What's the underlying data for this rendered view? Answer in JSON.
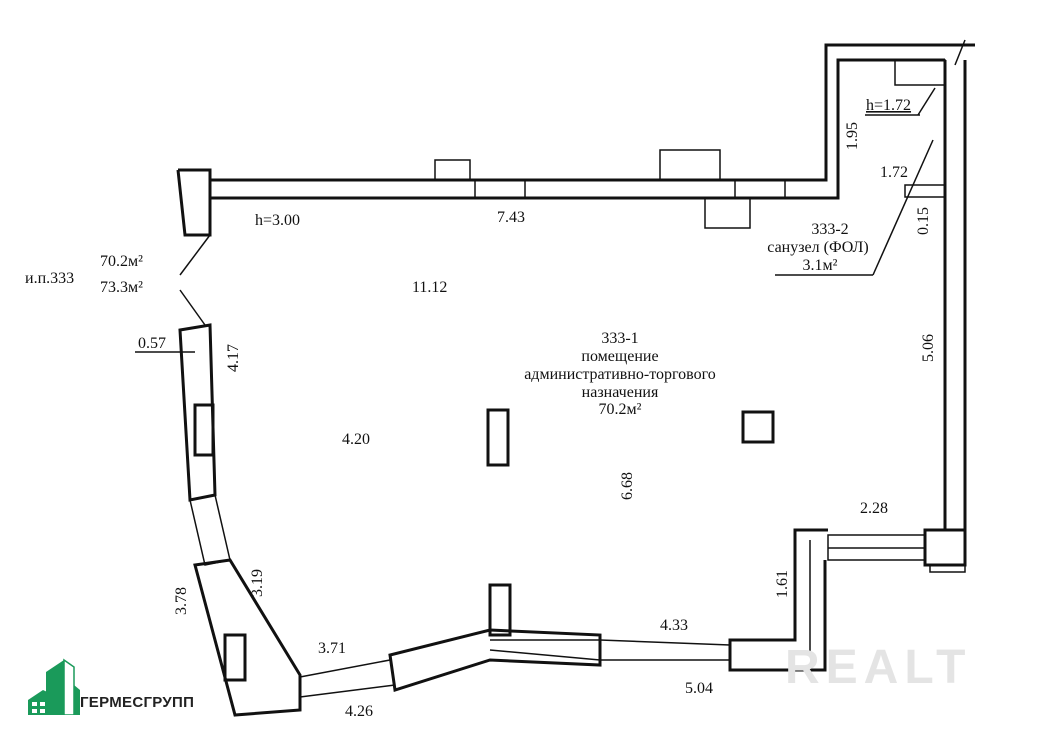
{
  "plan": {
    "unit_label": "и.п.333",
    "area_total_1": "70.2м²",
    "area_total_2": "73.3м²",
    "room1": {
      "number": "333-1",
      "name_line1": "помещение",
      "name_line2": "административно-торгового",
      "name_line3": "назначения",
      "area": "70.2м²"
    },
    "room2": {
      "number": "333-2",
      "name": "санузел (ФОЛ)",
      "area": "3.1м²"
    },
    "dims": {
      "h_main": "h=3.00",
      "top": "7.43",
      "width": "11.12",
      "h_wc": "h=1.72",
      "d195": "1.95",
      "d172": "1.72",
      "d015": "0.15",
      "d506": "5.06",
      "d057": "0.57",
      "d417": "4.17",
      "d420": "4.20",
      "d668": "6.68",
      "d228": "2.28",
      "d161": "1.61",
      "d433": "4.33",
      "d504": "5.04",
      "d371": "3.71",
      "d426": "4.26",
      "d378": "3.78",
      "d319": "3.19"
    }
  },
  "logo": {
    "text": "ГЕРМЕСГРУПП",
    "color": "#1a9a5a"
  },
  "watermark": {
    "text": "REALT"
  }
}
